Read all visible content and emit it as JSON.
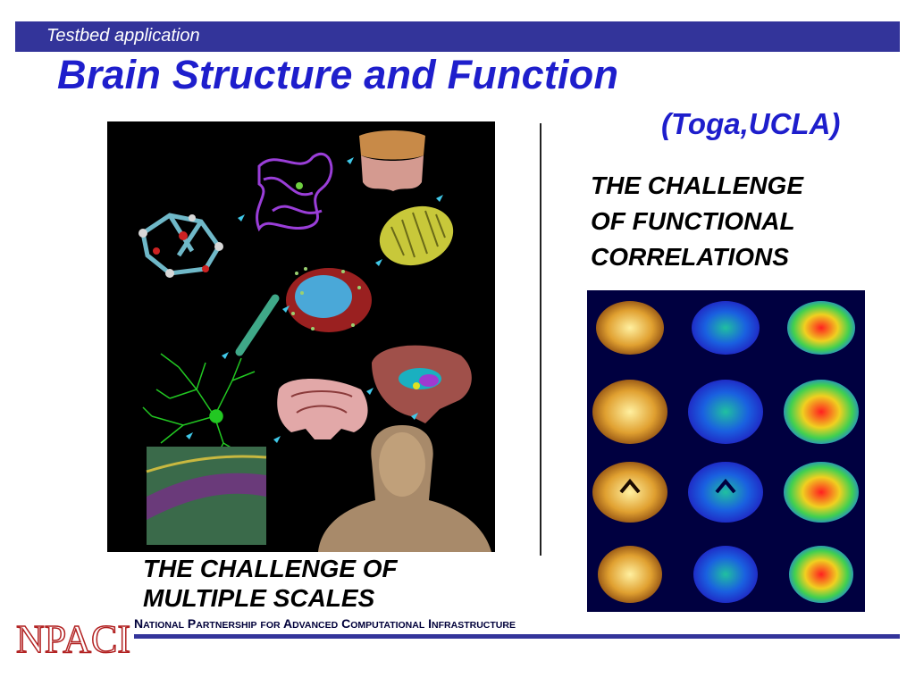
{
  "header": {
    "banner_text": "Testbed application",
    "banner_color": "#33349a"
  },
  "slide": {
    "title": "Brain Structure and Function",
    "credit": "(Toga,UCLA)",
    "title_color": "#1e1ecc"
  },
  "left_figure": {
    "caption_line1": "THE CHALLENGE OF",
    "caption_line2": "MULTIPLE SCALES",
    "items": [
      "molecule-structure",
      "protein-ribbon",
      "tooth-crown",
      "mitochondrion",
      "cell-organelle",
      "dendrite-segment",
      "neuron",
      "brain-coronal-slice",
      "brain-sagittal-section",
      "tissue-histology",
      "head-volume-render"
    ]
  },
  "right_figure": {
    "caption_line1": "THE CHALLENGE",
    "caption_line2": "OF FUNCTIONAL",
    "caption_line3": "CORRELATIONS",
    "columns": [
      "anatomy",
      "blue-map",
      "heat-map"
    ],
    "rows": 4
  },
  "footer": {
    "logo_text": "NPACI",
    "logo_color": "#b22222",
    "text_words": [
      {
        "cap": "N",
        "rest": "ATIONAL"
      },
      {
        "cap": "P",
        "rest": "ARTNERSHIP"
      },
      {
        "cap": "",
        "rest": "FOR"
      },
      {
        "cap": "A",
        "rest": "DVANCED"
      },
      {
        "cap": "C",
        "rest": "OMPUTATIONAL"
      },
      {
        "cap": "I",
        "rest": "NFRASTRUCTURE"
      }
    ]
  }
}
